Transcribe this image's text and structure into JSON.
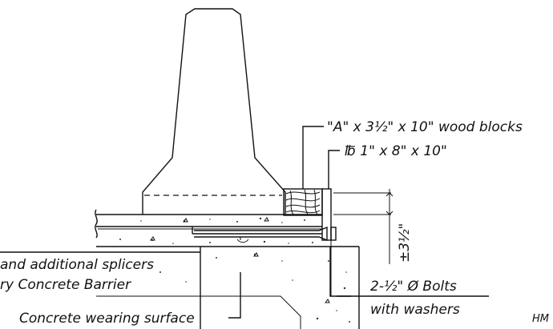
{
  "labels": {
    "wood_blocks": "\"A\" x 3½\" x 10\" wood blocks",
    "plate": "℔ 1\" x 8\" x 10\"",
    "splicers": "and additional splicers",
    "barrier": "ry Concrete Barrier",
    "wearing_surface": "Concrete wearing surface",
    "bolts_line1": "2-½\" Ø Bolts",
    "bolts_line2": "with washers",
    "dimension": "±3½\"",
    "corner_text": "HM"
  }
}
